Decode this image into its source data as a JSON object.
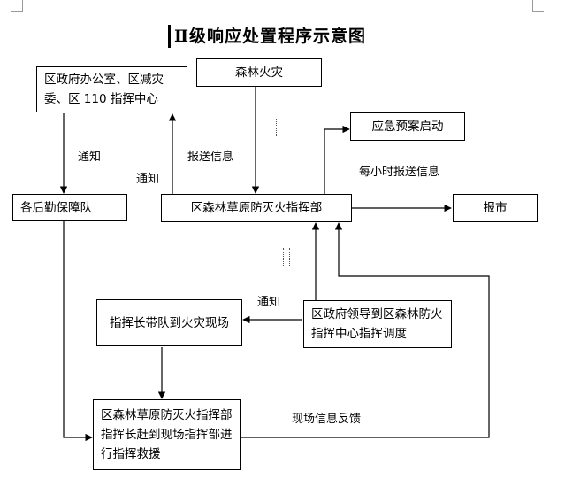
{
  "title": "Ⅱ级响应处置程序示意图",
  "nodes": {
    "district_office": "区政府办公室、区减灾委、区 110 指挥中心",
    "forest_fire": "森林火灾",
    "emergency_plan": "应急预案启动",
    "logistics": "各后勤保障队",
    "command_hq": "区森林草原防灭火指挥部",
    "report_city": "报市",
    "commander_lead": "指挥长带队到火灾现场",
    "district_leader": "区政府领导到区森林防火指挥中心指挥调度",
    "field_command": "区森林草原防灭火指挥部指挥长赶到现场指挥部进行指挥救援"
  },
  "edge_labels": {
    "notify_logistics": "通知",
    "notify_up": "通知",
    "report_info": "报送信息",
    "hourly_report": "每小时报送信息",
    "notify_commander": "通知",
    "field_feedback": "现场信息反馈"
  }
}
